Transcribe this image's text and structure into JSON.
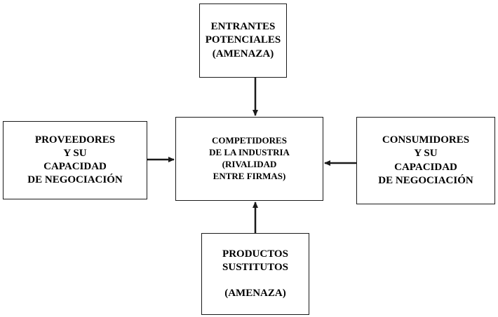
{
  "diagram": {
    "nodes": {
      "top": {
        "lines": [
          "ENTRANTES",
          "POTENCIALES",
          "(AMENAZA)"
        ]
      },
      "left": {
        "lines": [
          "PROVEEDORES",
          "Y SU",
          "CAPACIDAD",
          "DE NEGOCIACIÓN"
        ]
      },
      "center": {
        "lines": [
          "COMPETIDORES",
          "DE LA INDUSTRIA",
          "(RIVALIDAD",
          "ENTRE FIRMAS)"
        ]
      },
      "right": {
        "lines": [
          "CONSUMIDORES",
          "Y SU",
          "CAPACIDAD",
          "DE NEGOCIACIÓN"
        ]
      },
      "bottom": {
        "lines": [
          "PRODUCTOS",
          "SUSTITUTOS",
          "",
          "(AMENAZA)"
        ]
      }
    },
    "edges": [
      {
        "from": "top",
        "to": "center"
      },
      {
        "from": "left",
        "to": "center"
      },
      {
        "from": "right",
        "to": "center"
      },
      {
        "from": "bottom",
        "to": "center"
      }
    ],
    "colors": {
      "stroke": "#1a1a1a",
      "text": "#000000",
      "background": "#ffffff"
    }
  }
}
